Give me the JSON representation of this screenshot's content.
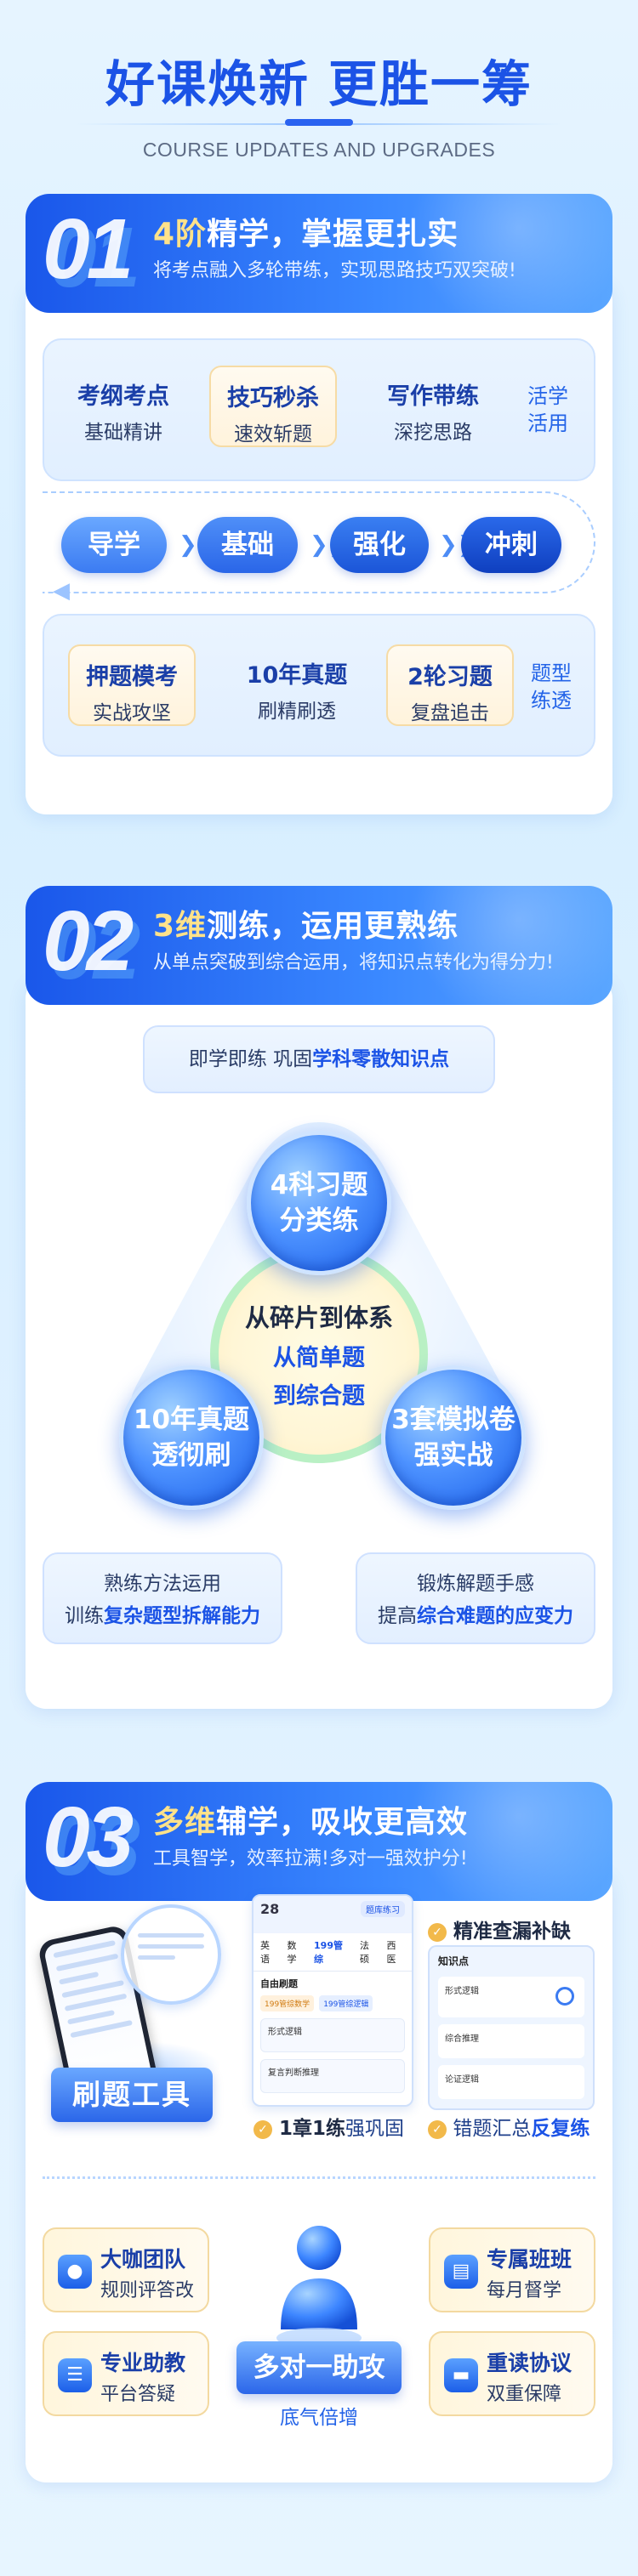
{
  "header": {
    "title_a": "好课焕新",
    "title_b": "更胜一筹",
    "subtitle": "COURSE UPDATES AND UPGRADES"
  },
  "sec1": {
    "num": "01",
    "title_hl": "4阶",
    "title_rest": "精学，掌握更扎实",
    "desc": "将考点融入多轮带练，实现思路技巧双突破!",
    "row1": [
      {
        "t1": "考纲考点",
        "t2": "基础精讲"
      },
      {
        "t1": "技巧秒杀",
        "t2": "速效斩题"
      },
      {
        "t1": "写作带练",
        "t2": "深挖思路"
      }
    ],
    "row1_side": [
      "活学",
      "活用"
    ],
    "stages": [
      "导学",
      "基础",
      "强化",
      "冲刺"
    ],
    "row2": [
      {
        "t1": "押题模考",
        "t2": "实战攻坚"
      },
      {
        "t1": "10年真题",
        "t2": "刷精刷透"
      },
      {
        "t1": "2轮习题",
        "t2": "复盘追击"
      }
    ],
    "row2_side": [
      "题型",
      "练透"
    ]
  },
  "sec2": {
    "num": "02",
    "title_hl": "3维",
    "title_rest": "测练，运用更熟练",
    "desc": "从单点突破到综合运用，将知识点转化为得分力!",
    "top_plain": "即学即练  巩固",
    "top_bold": "学科零散知识点",
    "ball_top": [
      "4科习题",
      "分类练"
    ],
    "ball_left": [
      "10年真题",
      "透彻刷"
    ],
    "ball_right": [
      "3套模拟卷",
      "强实战"
    ],
    "center": [
      "从碎片到体系",
      "从简单题",
      "到综合题"
    ],
    "left_tag_l1": "熟练方法运用",
    "left_tag_l2_plain": "训练",
    "left_tag_l2_bold": "复杂题型拆解能力",
    "right_tag_l1": "锻炼解题手感",
    "right_tag_l2_plain": "提高",
    "right_tag_l2_bold": "综合难题的应变力"
  },
  "sec3": {
    "num": "03",
    "title_hl": "多维",
    "title_rest": "辅学，吸收更高效",
    "desc": "工具智学，效率拉满!多对一强效护分!",
    "tool_label": "刷题工具",
    "shot": {
      "date": "28",
      "header_tag": "题库练习",
      "tabs": [
        "英语",
        "数学",
        "199管综",
        "法硕",
        "西医"
      ],
      "active_tab": "199管综",
      "filter": "自由刷题",
      "chips": [
        "199管综数学",
        "199管综逻辑"
      ],
      "rows": [
        "形式逻辑",
        "复言判断推理"
      ]
    },
    "label_1": "1章1练",
    "label_1_rest": "强巩固",
    "label_2_a": "精准查漏补缺",
    "label_3_plain": "错题汇总",
    "label_3_bold": "反复练",
    "shot2": {
      "title": "知识点",
      "rows": [
        "形式逻辑",
        "综合推理",
        "论证逻辑"
      ]
    },
    "help": [
      {
        "h1": "大咖团队",
        "h2": "规则评答改",
        "icon": "person-icon"
      },
      {
        "h1": "专属班班",
        "h2": "每月督学",
        "icon": "book-icon"
      },
      {
        "h1": "专业助教",
        "h2": "平台答疑",
        "icon": "chat-icon"
      },
      {
        "h1": "重读协议",
        "h2": "双重保障",
        "icon": "folder-icon"
      }
    ],
    "mid_label": "多对一助攻",
    "mid_sub": "底气倍增"
  }
}
